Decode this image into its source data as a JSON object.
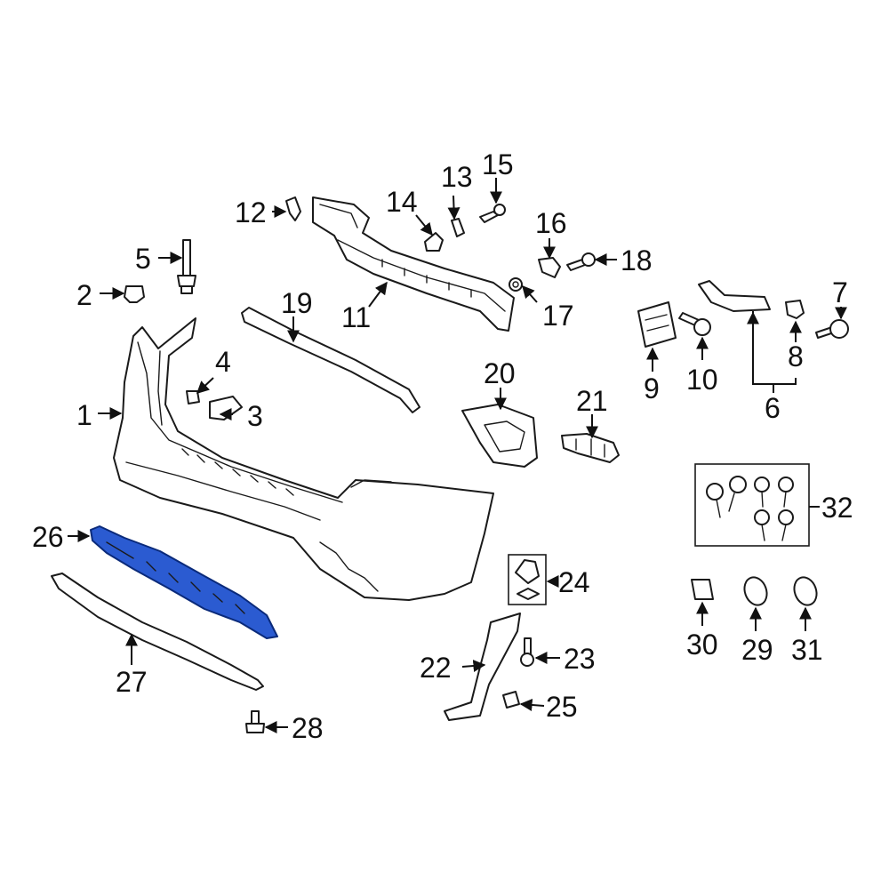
{
  "diagram": {
    "highlight_color": "#2b5bd1",
    "callouts": [
      {
        "id": "p1",
        "label": "1"
      },
      {
        "id": "p2",
        "label": "2"
      },
      {
        "id": "p3",
        "label": "3"
      },
      {
        "id": "p4",
        "label": "4"
      },
      {
        "id": "p5",
        "label": "5"
      },
      {
        "id": "p6",
        "label": "6"
      },
      {
        "id": "p7",
        "label": "7"
      },
      {
        "id": "p8",
        "label": "8"
      },
      {
        "id": "p9",
        "label": "9"
      },
      {
        "id": "p10",
        "label": "10"
      },
      {
        "id": "p11",
        "label": "11"
      },
      {
        "id": "p12",
        "label": "12"
      },
      {
        "id": "p13",
        "label": "13"
      },
      {
        "id": "p14",
        "label": "14"
      },
      {
        "id": "p15",
        "label": "15"
      },
      {
        "id": "p16",
        "label": "16"
      },
      {
        "id": "p17",
        "label": "17"
      },
      {
        "id": "p18",
        "label": "18"
      },
      {
        "id": "p19",
        "label": "19"
      },
      {
        "id": "p20",
        "label": "20"
      },
      {
        "id": "p21",
        "label": "21"
      },
      {
        "id": "p22",
        "label": "22"
      },
      {
        "id": "p23",
        "label": "23"
      },
      {
        "id": "p24",
        "label": "24"
      },
      {
        "id": "p25",
        "label": "25"
      },
      {
        "id": "p26",
        "label": "26"
      },
      {
        "id": "p27",
        "label": "27"
      },
      {
        "id": "p28",
        "label": "28"
      },
      {
        "id": "p29",
        "label": "29"
      },
      {
        "id": "p30",
        "label": "30"
      },
      {
        "id": "p31",
        "label": "31"
      },
      {
        "id": "p32",
        "label": "32"
      }
    ]
  }
}
